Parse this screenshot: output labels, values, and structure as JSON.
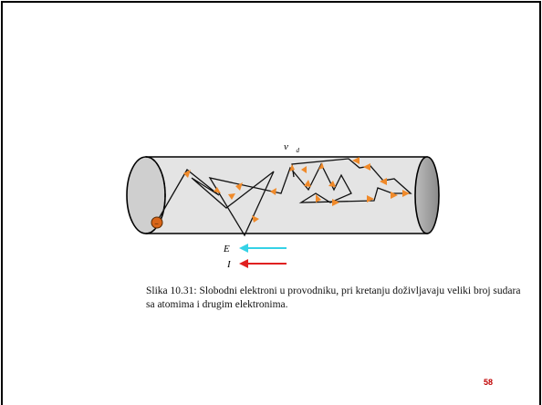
{
  "figure": {
    "velocity_label": "v⃗d",
    "velocity_symbol": "v⃗",
    "velocity_subscript": "d",
    "field_label": "E⃗",
    "current_label": "I",
    "colors": {
      "conductor_fill": "#e4e4e4",
      "conductor_end": "#8a8a8a",
      "electron": "#d9661a",
      "arrowheads": "#f08a2a",
      "field_arrow": "#35d2e6",
      "current_arrow": "#e02020",
      "path": "#111111"
    }
  },
  "caption": {
    "text": "Slika 10.31: Slobodni elektroni u provodniku, pri kretanju doživljavaju veliki broj sudara sa atomima i drugim elektronima."
  },
  "page_number": "58"
}
